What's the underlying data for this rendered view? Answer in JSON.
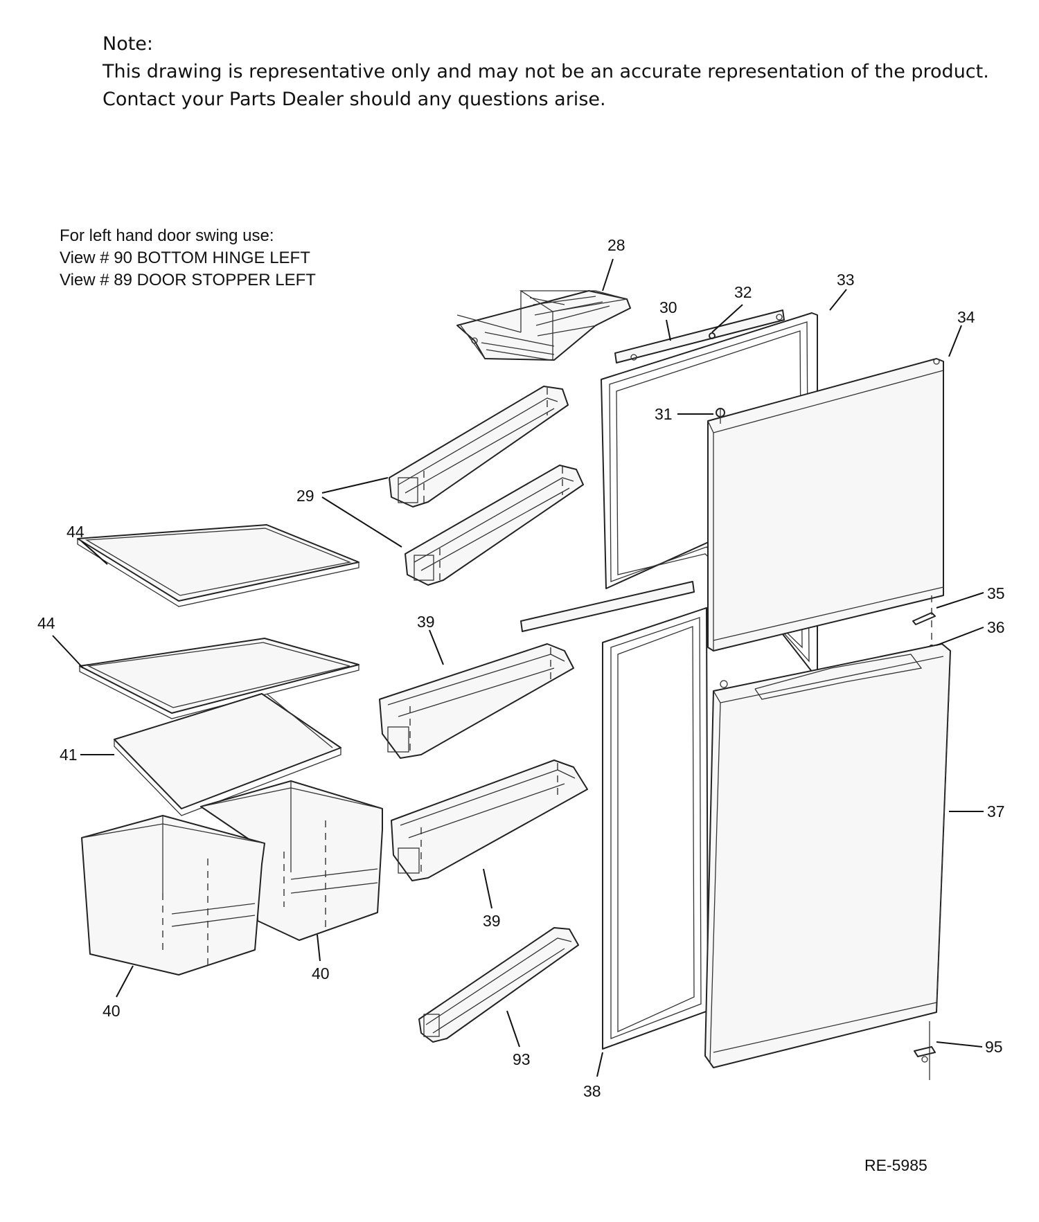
{
  "note": {
    "heading": "Note:",
    "line1": "This drawing is representative only and may not be an accurate representation of the product.",
    "line2": "Contact your Parts Dealer should any questions arise."
  },
  "swing_note": {
    "line1": "For left hand door swing use:",
    "line2": "View # 90 BOTTOM HINGE LEFT",
    "line3": "View # 89 DOOR STOPPER LEFT"
  },
  "part_labels": {
    "p28": "28",
    "p29": "29",
    "p30": "30",
    "p31": "31",
    "p32": "32",
    "p33": "33",
    "p34": "34",
    "p35": "35",
    "p36": "36",
    "p37": "37",
    "p38": "38",
    "p39a": "39",
    "p39b": "39",
    "p40a": "40",
    "p40b": "40",
    "p41": "41",
    "p44a": "44",
    "p44b": "44",
    "p93": "93",
    "p95": "95"
  },
  "drawing_ref": "RE-5985"
}
